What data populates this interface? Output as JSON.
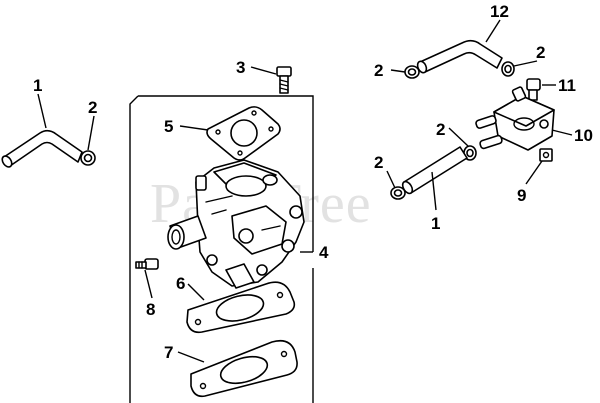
{
  "watermark": "PartsTree",
  "callouts": [
    {
      "id": "c1a",
      "label": "1"
    },
    {
      "id": "c2a",
      "label": "2"
    },
    {
      "id": "c3",
      "label": "3"
    },
    {
      "id": "c5",
      "label": "5"
    },
    {
      "id": "c4",
      "label": "4"
    },
    {
      "id": "c6",
      "label": "6"
    },
    {
      "id": "c7",
      "label": "7"
    },
    {
      "id": "c8",
      "label": "8"
    },
    {
      "id": "c12",
      "label": "12"
    },
    {
      "id": "c2b",
      "label": "2"
    },
    {
      "id": "c2c",
      "label": "2"
    },
    {
      "id": "c11",
      "label": "11"
    },
    {
      "id": "c2d",
      "label": "2"
    },
    {
      "id": "c10",
      "label": "10"
    },
    {
      "id": "c2e",
      "label": "2"
    },
    {
      "id": "c9",
      "label": "9"
    },
    {
      "id": "c1b",
      "label": "1"
    }
  ]
}
